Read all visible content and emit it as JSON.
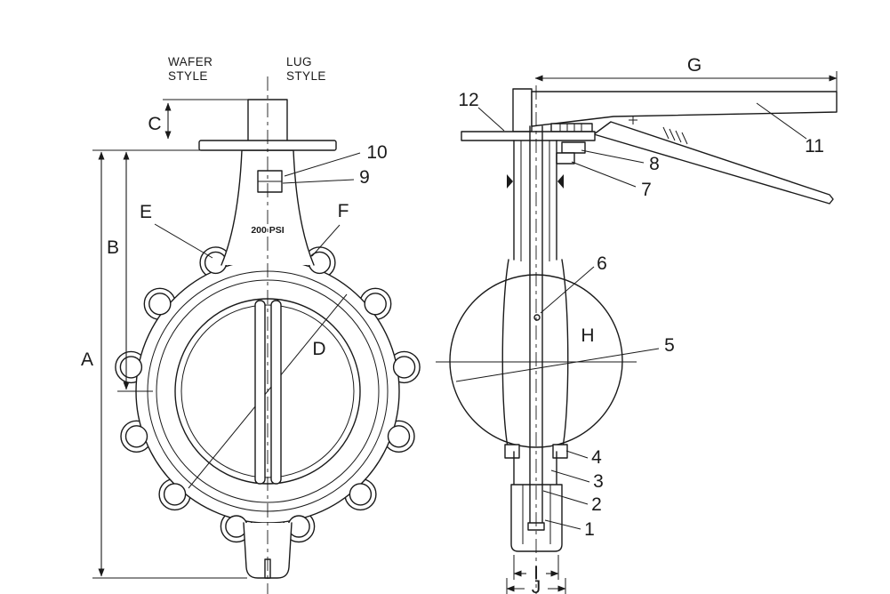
{
  "front_view": {
    "wafer_label": [
      "WAFER",
      "STYLE"
    ],
    "lug_label": [
      "LUG",
      "STYLE"
    ],
    "pressure_marking": "200 PSI",
    "dimension_labels": {
      "A": "A",
      "B": "B",
      "C": "C",
      "D": "D",
      "E": "E",
      "F": "F"
    },
    "callout_labels": {
      "9": "9",
      "10": "10"
    }
  },
  "side_view": {
    "dimension_labels": {
      "G": "G",
      "H": "H",
      "I": "I",
      "J": "J"
    },
    "callout_labels": {
      "1": "1",
      "2": "2",
      "3": "3",
      "4": "4",
      "5": "5",
      "6": "6",
      "7": "7",
      "8": "8",
      "11": "11",
      "12": "12"
    }
  },
  "colors": {
    "line": "#1a1a1a",
    "background": "#ffffff"
  }
}
